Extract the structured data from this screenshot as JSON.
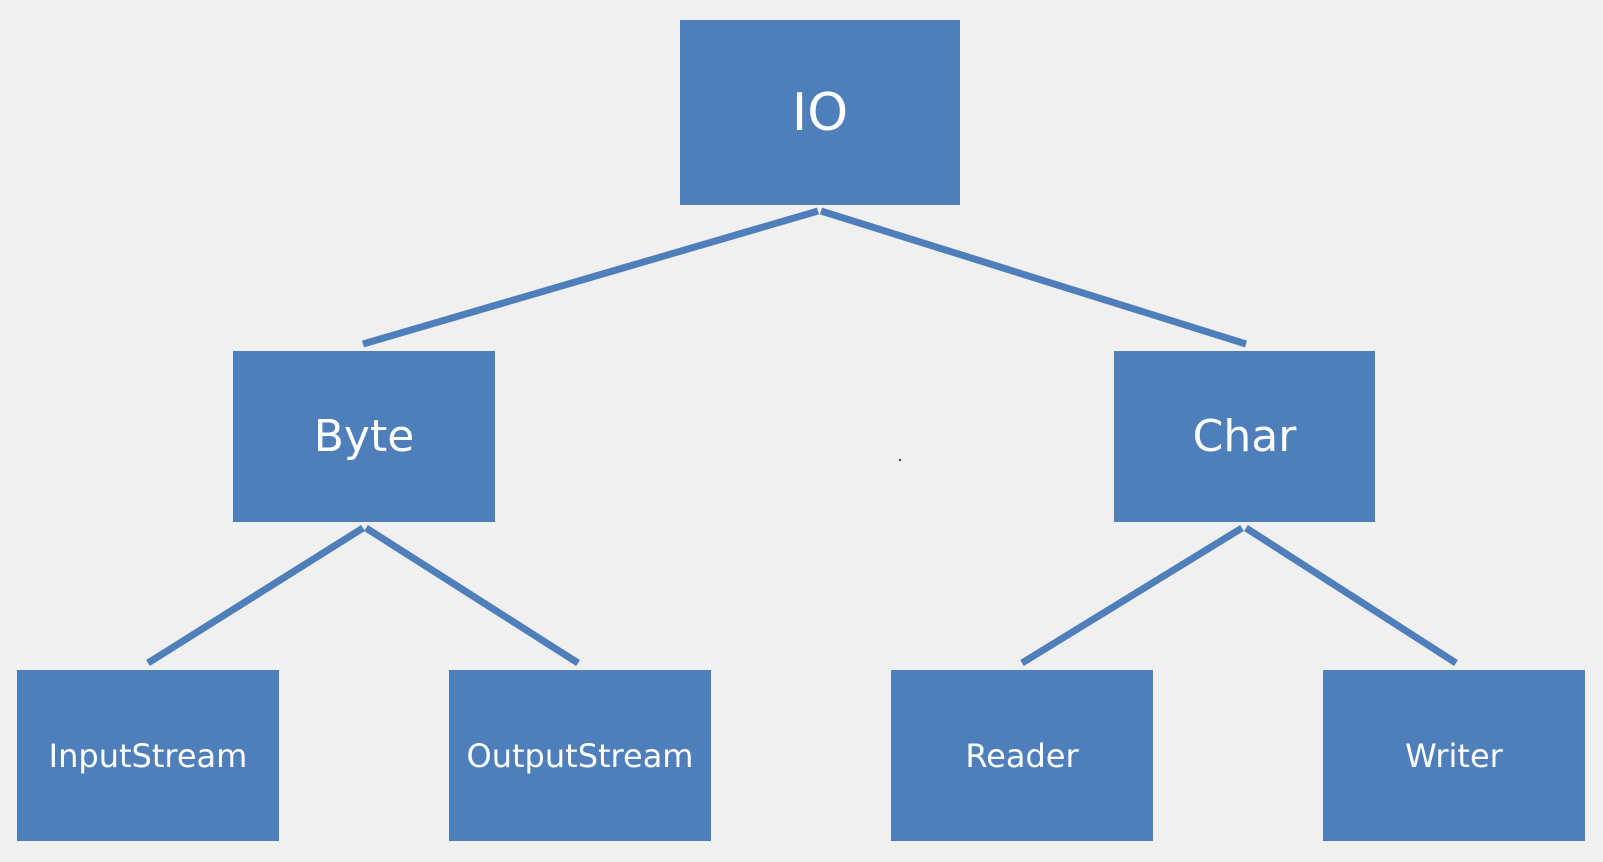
{
  "colors": {
    "background": "#f0f0f0",
    "node_fill": "#4e7fbb",
    "node_text": "#ffffff",
    "connector": "#4e7fbb"
  },
  "nodes": {
    "io": {
      "label": "IO"
    },
    "byte": {
      "label": "Byte"
    },
    "char": {
      "label": "Char"
    },
    "inputstream": {
      "label": "InputStream"
    },
    "outputstream": {
      "label": "OutputStream"
    },
    "reader": {
      "label": "Reader"
    },
    "writer": {
      "label": "Writer"
    }
  },
  "edges": [
    {
      "from": "io",
      "to": "byte"
    },
    {
      "from": "io",
      "to": "char"
    },
    {
      "from": "byte",
      "to": "inputstream"
    },
    {
      "from": "byte",
      "to": "outputstream"
    },
    {
      "from": "char",
      "to": "reader"
    },
    {
      "from": "char",
      "to": "writer"
    }
  ]
}
